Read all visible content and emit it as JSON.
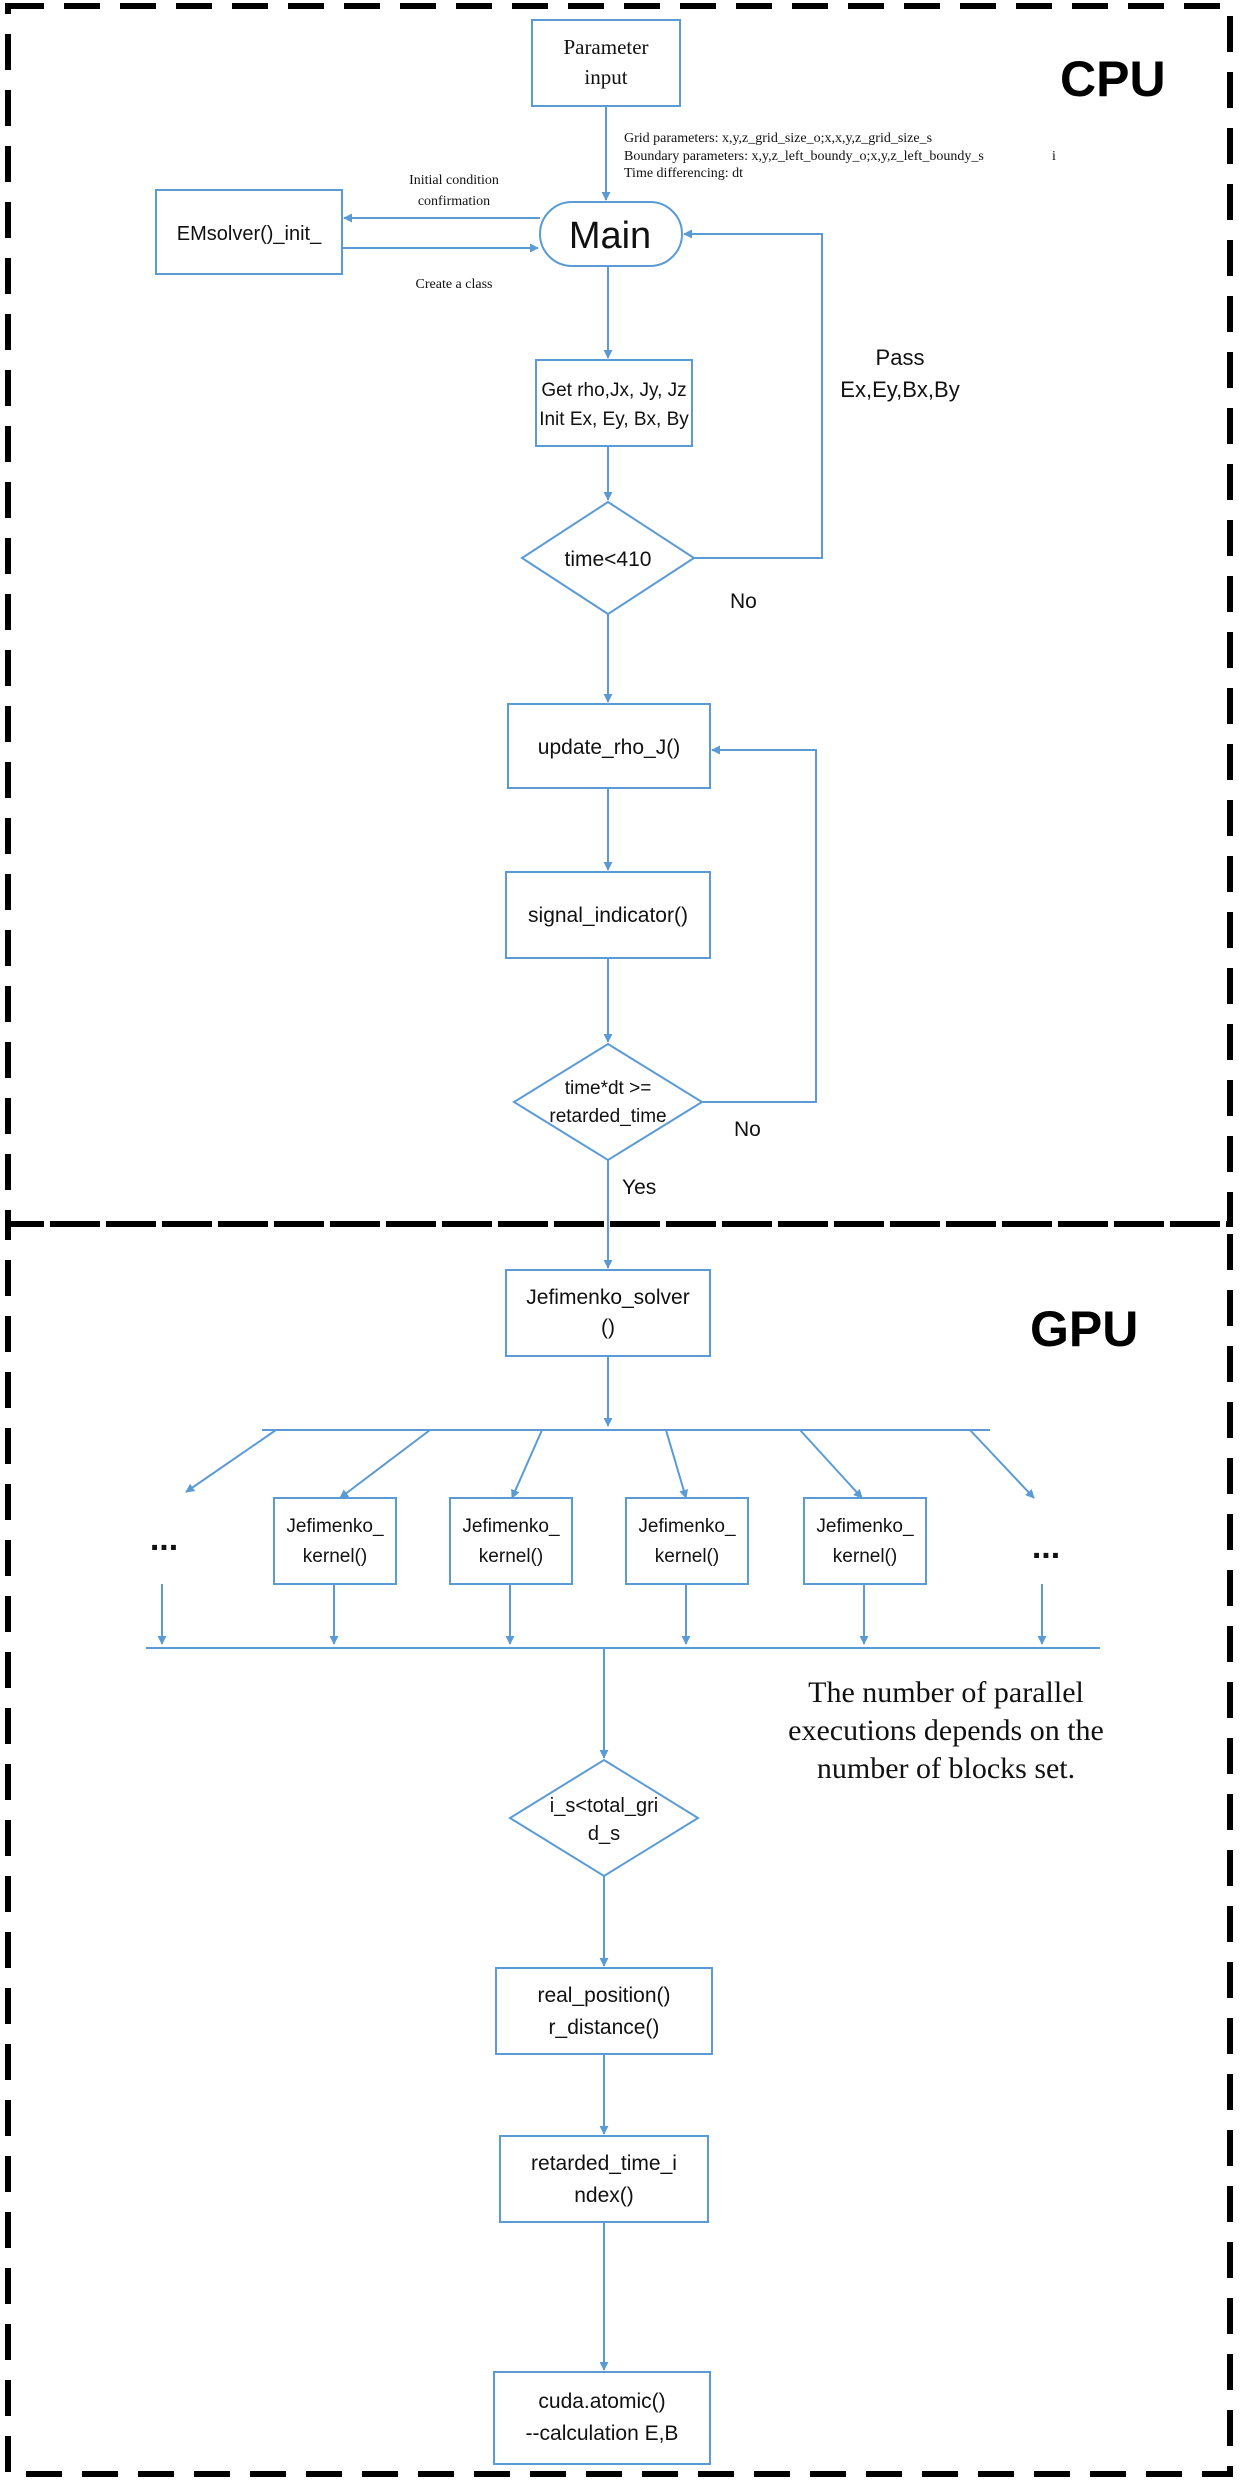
{
  "sections": {
    "cpu_label": "CPU",
    "gpu_label": "GPU"
  },
  "nodes": {
    "parameter_input": [
      "Parameter",
      "input"
    ],
    "main": "Main",
    "emsolver_init": "EMsolver()_init_",
    "get_rho": [
      "Get rho,Jx, Jy, Jz",
      "Init Ex, Ey, Bx, By"
    ],
    "time_410": "time<410",
    "update_rho_j": "update_rho_J()",
    "signal_indicator": "signal_indicator()",
    "retarded_check": [
      "time*dt >=",
      "retarded_time"
    ],
    "jefimenko_solver": [
      "Jefimenko_solver",
      "()"
    ],
    "kernel": [
      "Jefimenko_",
      "kernel()"
    ],
    "ellipsis": "...",
    "i_s_check": [
      "i_s<total_gri",
      "d_s"
    ],
    "real_position": [
      "real_position()",
      "r_distance()"
    ],
    "retarded_time_index": [
      "retarded_time_i",
      "ndex()"
    ],
    "cuda_atomic": [
      "cuda.atomic()",
      "--calculation E,B"
    ]
  },
  "annotations": {
    "grid_parameters": "Grid parameters: x,y,z_grid_size_o;x,x,y,z_grid_size_s",
    "boundary_parameters": "Boundary parameters: x,y,z_left_boundy_o;x,y,z_left_boundy_s",
    "boundary_trailing_mark": "i",
    "time_differencing": "Time differencing: dt",
    "initial_condition": [
      "Initial condition",
      "confirmation"
    ],
    "create_class": "Create a class",
    "pass_fields": [
      "Pass",
      "Ex,Ey,Bx,By"
    ],
    "no_1": "No",
    "no_2": "No",
    "yes": "Yes",
    "parallel_note": [
      "The number of parallel",
      "executions depends on the",
      "number of blocks set."
    ]
  },
  "colors": {
    "box_stroke": "#5b9bd5",
    "arrow": "#5b9bd5",
    "section_border": "#000000"
  }
}
